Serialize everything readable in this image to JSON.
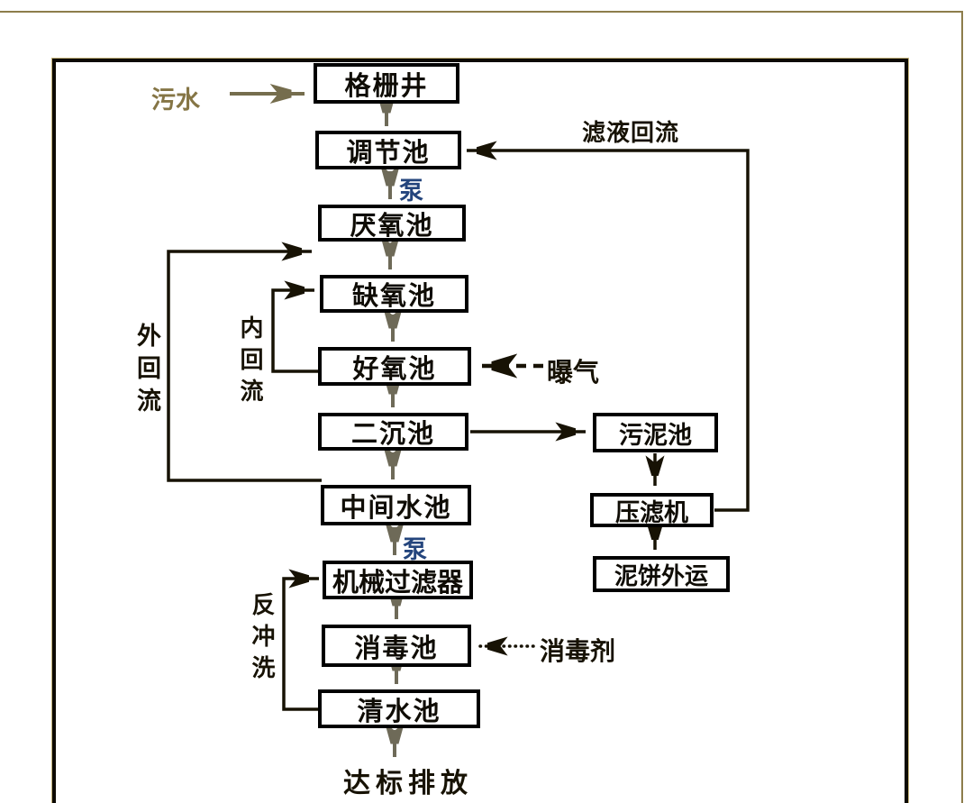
{
  "diagram": {
    "nodes": {
      "grid_well": "格栅井",
      "regulating_tank": "调节池",
      "anaerobic_tank": "厌氧池",
      "anoxic_tank": "缺氧池",
      "aerobic_tank": "好氧池",
      "secondary_sedimentation_tank": "二沉池",
      "intermediate_tank": "中间水池",
      "mechanical_filter": "机械过滤器",
      "disinfection_tank": "消毒池",
      "clean_water_tank": "清水池",
      "sludge_tank": "污泥池",
      "filter_press": "压滤机",
      "mud_cake_out": "泥饼外运"
    },
    "labels": {
      "influent": "污水",
      "pump": "泵",
      "filtrate_return": "滤液回流",
      "aeration": "曝气",
      "disinfectant": "消毒剂",
      "external_recirculation": "外回流",
      "internal_recirculation": "内回流",
      "backwash": "反冲洗",
      "discharge": "达标排放"
    },
    "colors": {
      "box_border": "#000000",
      "flow_arrow_gray": "#6e6a58",
      "branch_line_black": "#171204",
      "influent_text": "#857545",
      "pump_text": "#24457d",
      "outer_frame": "#8d7d4b"
    },
    "edges": [
      {
        "from": "污水",
        "to": "格栅井",
        "style": "solid"
      },
      {
        "from": "格栅井",
        "to": "调节池",
        "style": "solid"
      },
      {
        "from": "调节池",
        "to": "厌氧池",
        "style": "solid",
        "via": "泵"
      },
      {
        "from": "厌氧池",
        "to": "缺氧池",
        "style": "solid"
      },
      {
        "from": "缺氧池",
        "to": "好氧池",
        "style": "solid"
      },
      {
        "from": "好氧池",
        "to": "二沉池",
        "style": "solid"
      },
      {
        "from": "二沉池",
        "to": "中间水池",
        "style": "solid"
      },
      {
        "from": "二沉池",
        "to": "污泥池",
        "style": "solid"
      },
      {
        "from": "中间水池",
        "to": "机械过滤器",
        "style": "solid",
        "via": "泵"
      },
      {
        "from": "机械过滤器",
        "to": "消毒池",
        "style": "solid"
      },
      {
        "from": "消毒池",
        "to": "清水池",
        "style": "solid"
      },
      {
        "from": "清水池",
        "to": "达标排放",
        "style": "solid"
      },
      {
        "from": "污泥池",
        "to": "压滤机",
        "style": "solid"
      },
      {
        "from": "压滤机",
        "to": "泥饼外运",
        "style": "solid"
      },
      {
        "from": "压滤机",
        "to": "调节池",
        "style": "solid",
        "label": "滤液回流"
      },
      {
        "from": "中间水池",
        "to": "厌氧池",
        "style": "solid",
        "label": "外回流"
      },
      {
        "from": "好氧池",
        "to": "缺氧池",
        "style": "solid",
        "label": "内回流"
      },
      {
        "from": "清水池",
        "to": "机械过滤器",
        "style": "solid",
        "label": "反冲洗"
      },
      {
        "from": "曝气",
        "to": "好氧池",
        "style": "dashed"
      },
      {
        "from": "消毒剂",
        "to": "消毒池",
        "style": "dotted"
      }
    ]
  }
}
